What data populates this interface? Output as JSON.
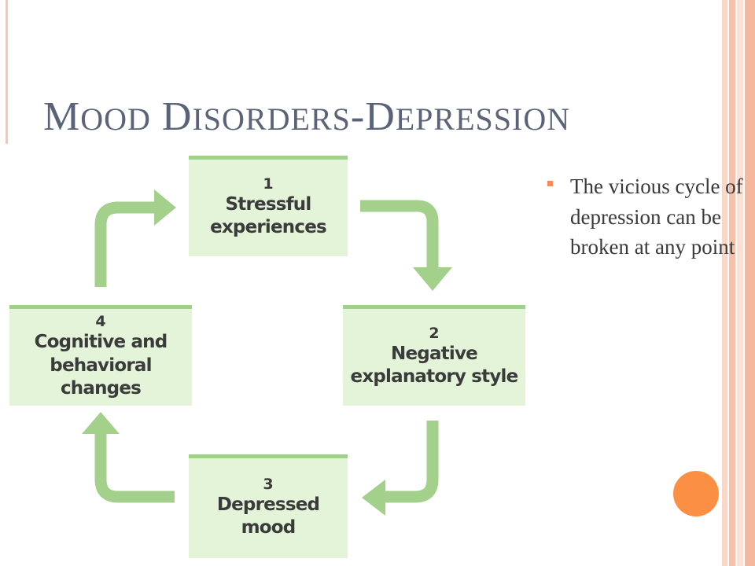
{
  "slide": {
    "title_words": [
      {
        "initial": "M",
        "rest": "OOD"
      },
      {
        "initial": "D",
        "rest": "ISORDERS"
      },
      {
        "initial": "-D",
        "rest": "EPRESSION"
      }
    ]
  },
  "diagram": {
    "steps": [
      {
        "number": "1",
        "label_lines": [
          "Stressful",
          "experiences"
        ]
      },
      {
        "number": "2",
        "label_lines": [
          "Negative",
          "explanatory style"
        ]
      },
      {
        "number": "3",
        "label_lines": [
          "Depressed",
          "mood"
        ]
      },
      {
        "number": "4",
        "label_lines": [
          "Cognitive and",
          "behavioral changes"
        ]
      }
    ]
  },
  "bullets": [
    {
      "text": "The vicious cycle of depression can be broken at any point"
    }
  ],
  "colors": {
    "title": "#5b6378",
    "box_fill": "#e3f4d8",
    "box_border": "#9fd18a",
    "arrow": "#a3d18c",
    "bullet": "#f08f5a",
    "accent_circle": "#fb8f44",
    "stripes": [
      "#f9d7c9",
      "#f7c0ab",
      "#fbe0d3",
      "#f5b79e"
    ]
  }
}
